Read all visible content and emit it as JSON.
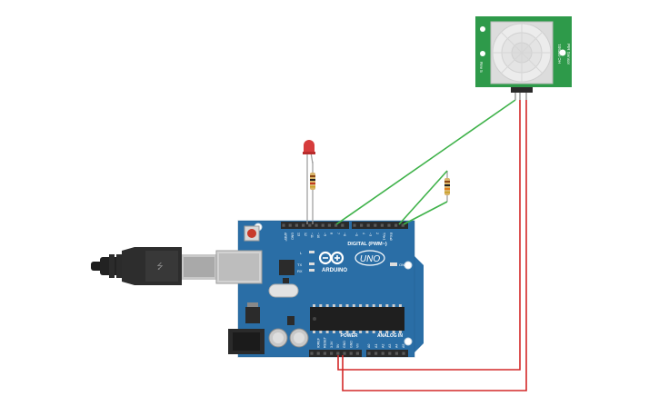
{
  "board": {
    "logo_text": "UNO",
    "brand_text": "ARDUINO",
    "digital_label": "DIGITAL (PWM~)",
    "power_label": "POWER",
    "analog_label": "ANALOG IN",
    "on_label": "ON",
    "l_label": "L",
    "tx_label": "TX",
    "rx_label": "RX",
    "digital_pins": [
      "AREF",
      "GND",
      "13",
      "12",
      "~11",
      "~10",
      "~9",
      "8",
      "7",
      "~6",
      "~5",
      "4",
      "~3",
      "2",
      "TX▸1",
      "RX◂0"
    ],
    "power_pins": [
      "IOREF",
      "RESET",
      "3.3V",
      "5V",
      "GND",
      "GND",
      "Vin"
    ],
    "analog_pins": [
      "A0",
      "A1",
      "A2",
      "A3",
      "A4",
      "A5"
    ]
  },
  "pir_sensor": {
    "model_text": "HC-SR501",
    "right_text": "PIR Sensor",
    "left_text": "Rev 5"
  },
  "colors": {
    "board_blue": "#2a6ea6",
    "wire_green": "#3fb24a",
    "wire_red": "#d42828",
    "pir_green": "#2e9a4a",
    "led_red": "#d63c3c"
  }
}
